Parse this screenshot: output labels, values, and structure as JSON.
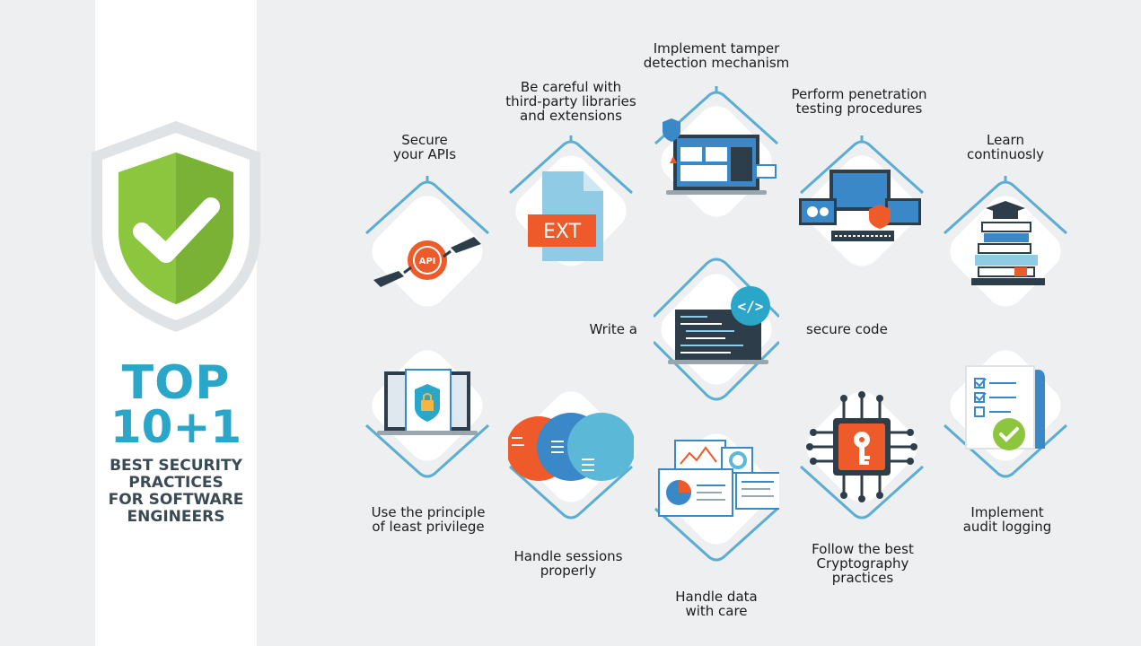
{
  "title": {
    "top": "TOP",
    "number": "10+1",
    "subtitle": [
      "BEST SECURITY",
      "PRACTICES",
      "FOR SOFTWARE",
      "ENGINEERS"
    ]
  },
  "practices": {
    "apis": [
      "Secure",
      "your APIs"
    ],
    "libraries": [
      "Be careful with",
      "third-party libraries",
      "and extensions"
    ],
    "tamper": [
      "Implement tamper",
      "detection mechanism"
    ],
    "pentest": [
      "Perform penetration",
      "testing procedures"
    ],
    "learn": [
      "Learn",
      "continuosly"
    ],
    "code_left": "Write a",
    "code_right": "secure code",
    "privilege": [
      "Use the principle",
      "of least privilege"
    ],
    "sessions": [
      "Handle sessions",
      "properly"
    ],
    "data": [
      "Handle data",
      "with care"
    ],
    "crypto": [
      "Follow the best",
      "Cryptography",
      "practices"
    ],
    "audit": [
      "Implement",
      "audit logging"
    ]
  },
  "icon_text": {
    "api": "API",
    "ext": "EXT",
    "code_tag": "</>"
  },
  "colors": {
    "accent_blue": "#2aa6c9",
    "line_blue": "#5aaed3",
    "orange": "#ee5a2a",
    "green": "#8cc63f",
    "dark": "#2d3d4a"
  }
}
